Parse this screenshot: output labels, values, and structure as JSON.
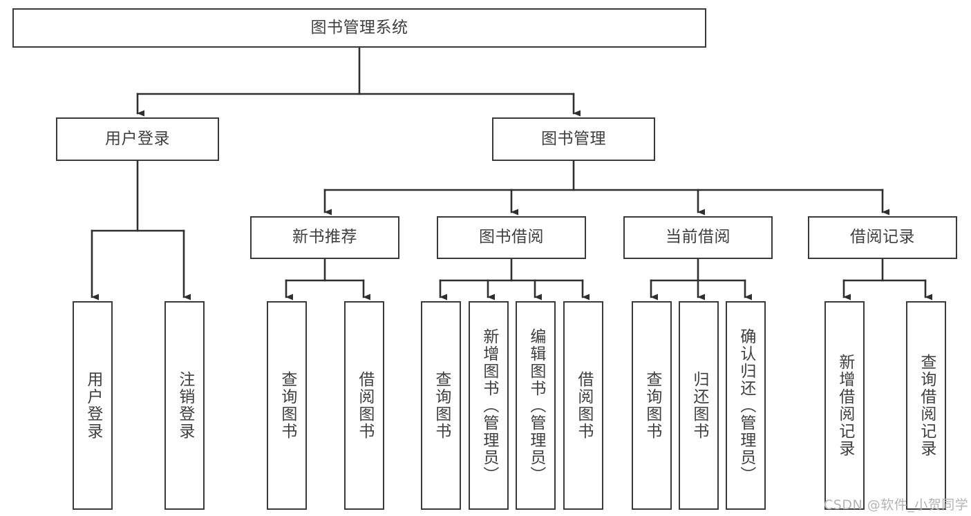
{
  "diagram": {
    "type": "tree-hierarchy-chart",
    "title_node": {
      "id": "root",
      "label": "图书管理系统"
    },
    "level2": [
      {
        "id": "login",
        "label": "用户登录"
      },
      {
        "id": "bookmgmt",
        "label": "图书管理"
      }
    ],
    "level3": [
      {
        "id": "newbook",
        "label": "新书推荐"
      },
      {
        "id": "borrow",
        "label": "图书借阅"
      },
      {
        "id": "current",
        "label": "当前借阅"
      },
      {
        "id": "record",
        "label": "借阅记录"
      }
    ],
    "leaves": [
      {
        "id": "leaf-user-login",
        "label": "用户登录",
        "parent": "login"
      },
      {
        "id": "leaf-user-logout",
        "label": "注销登录",
        "parent": "login"
      },
      {
        "id": "leaf-query-book-1",
        "label": "查询图书",
        "parent": "newbook"
      },
      {
        "id": "leaf-borrow-book-1",
        "label": "借阅图书",
        "parent": "newbook"
      },
      {
        "id": "leaf-query-book-2",
        "label": "查询图书",
        "parent": "borrow"
      },
      {
        "id": "leaf-add-book",
        "label": "新增图书（管理员）",
        "parent": "borrow"
      },
      {
        "id": "leaf-edit-book",
        "label": "编辑图书（管理员）",
        "parent": "borrow"
      },
      {
        "id": "leaf-borrow-book-2",
        "label": "借阅图书",
        "parent": "borrow"
      },
      {
        "id": "leaf-query-book-3",
        "label": "查询图书",
        "parent": "current"
      },
      {
        "id": "leaf-return-book",
        "label": "归还图书",
        "parent": "current"
      },
      {
        "id": "leaf-confirm-return",
        "label": "确认归还（管理员）",
        "parent": "current"
      },
      {
        "id": "leaf-add-record",
        "label": "新增借阅记录",
        "parent": "record"
      },
      {
        "id": "leaf-query-record",
        "label": "查询借阅记录",
        "parent": "record"
      }
    ],
    "watermark": "CSDN @软件_小贺同学",
    "colors": {
      "border": "#3a3a3a",
      "text": "#3f3f3f",
      "background": "#ffffff",
      "edge": "#2f2f2f",
      "watermark": "#b4b4b4"
    }
  }
}
